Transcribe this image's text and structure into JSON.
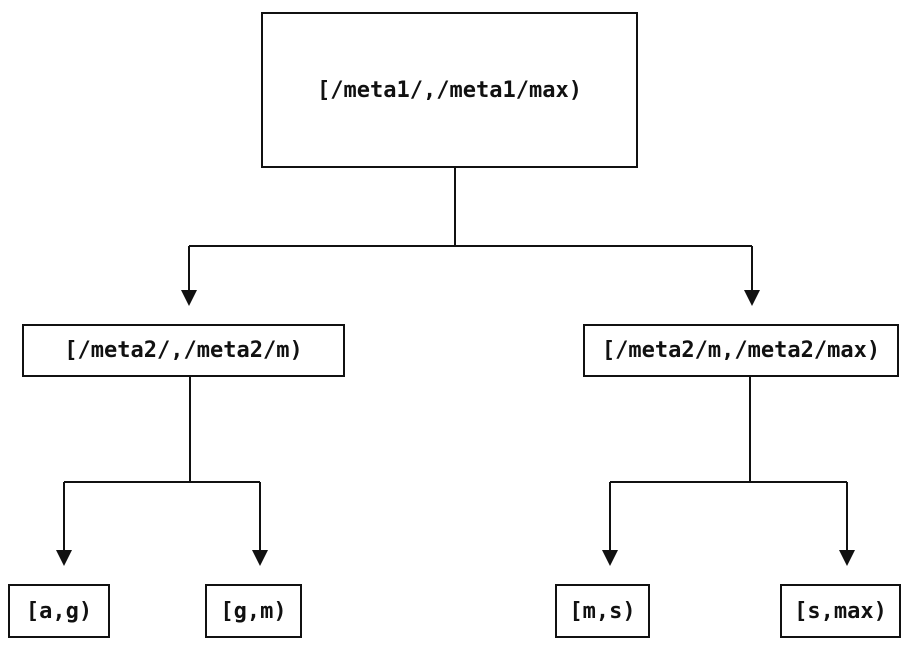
{
  "diagram": {
    "type": "interval-partition-tree",
    "colors": {
      "background": "#ffffff",
      "line": "#111111",
      "text": "#111111"
    },
    "nodes": {
      "root": {
        "label": "[/meta1/,/meta1/max)"
      },
      "left": {
        "label": "[/meta2/,/meta2/m)"
      },
      "right": {
        "label": "[/meta2/m,/meta2/max)"
      },
      "leaf_ag": {
        "label": "[a,g)"
      },
      "leaf_gm": {
        "label": "[g,m)"
      },
      "leaf_ms": {
        "label": "[m,s)"
      },
      "leaf_smax": {
        "label": "[s,max)"
      }
    },
    "edges": [
      {
        "from": "root",
        "to": "left"
      },
      {
        "from": "root",
        "to": "right"
      },
      {
        "from": "left",
        "to": "leaf_ag"
      },
      {
        "from": "left",
        "to": "leaf_gm"
      },
      {
        "from": "right",
        "to": "leaf_ms"
      },
      {
        "from": "right",
        "to": "leaf_smax"
      }
    ]
  }
}
